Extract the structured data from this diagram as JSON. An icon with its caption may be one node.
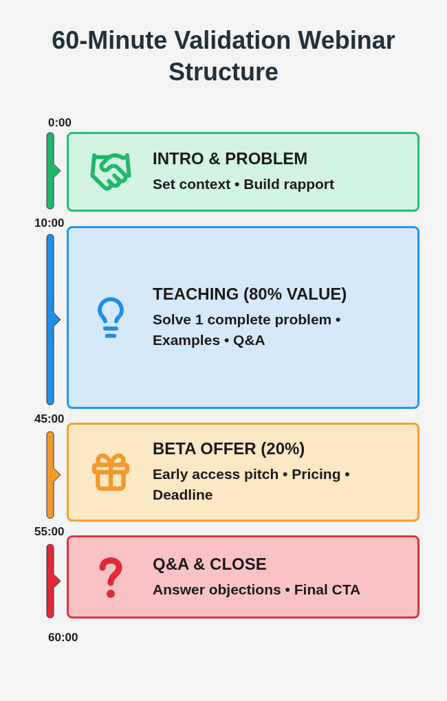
{
  "diagram": {
    "title": "60-Minute Validation Webinar Structure",
    "nodes": [
      {
        "text": [
          "INTRO & PROBLEM",
          "Set context • Build rapport"
        ]
      },
      {
        "text": [
          "TEACHING (80% VALUE)",
          "Solve 1 complete problem • Examples • Q&A"
        ]
      },
      {
        "text": [
          "BETA OFFER (20%)",
          "Early access pitch • Pricing • Deadline"
        ]
      },
      {
        "text": [
          "Q&A & CLOSE",
          "Answer objections • Final CTA"
        ]
      },
      {
        "text": [],
        "shape": "bar"
      },
      {
        "text": [],
        "shape": "bar"
      },
      {
        "text": [],
        "shape": "bar"
      },
      {
        "text": [],
        "shape": "bar"
      }
    ],
    "labels": [
      "0:00",
      "10:00",
      "45:00",
      "55:00",
      "60:00"
    ]
  }
}
